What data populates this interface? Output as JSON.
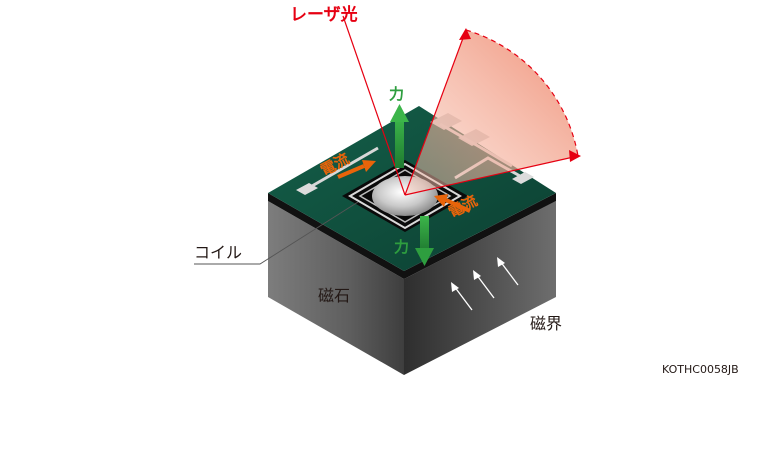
{
  "labels": {
    "laser": "レーザ光",
    "force_top": "力",
    "force_bottom": "力",
    "current_left": "電流",
    "current_right": "電流",
    "coil": "コイル",
    "magnet": "磁石",
    "magnetic_field": "磁界",
    "figure_code": "KOTHC0058JB"
  },
  "colors": {
    "laser": "#e60012",
    "force": "#2e9e3f",
    "current": "#e8640a",
    "label_text": "#231815",
    "board": "#0f4d3c",
    "magnet_front": "#6b6b6b",
    "magnet_right": "#4a4a4a",
    "sweep_fill": "#f5b09a"
  },
  "icons": {
    "force_arrow": "arrow-up-icon",
    "current_arrow": "arrow-right-icon",
    "field_arrow": "arrow-up-right-icon"
  }
}
